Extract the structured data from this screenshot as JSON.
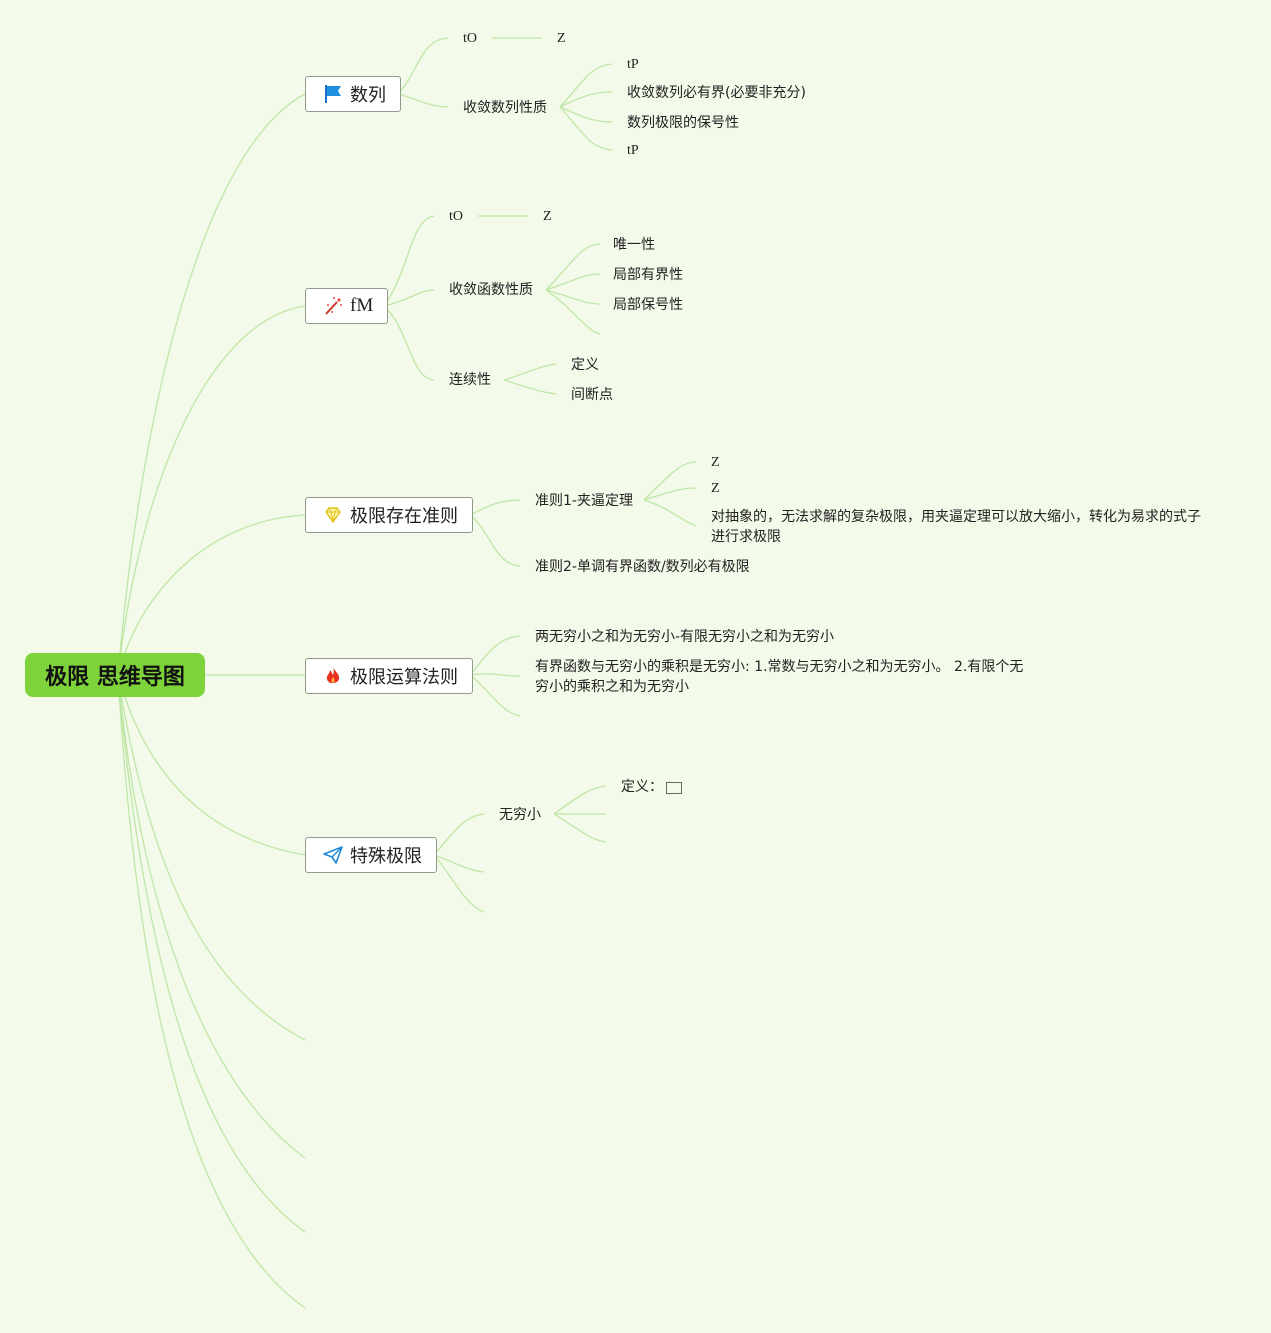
{
  "root": {
    "label": "极限 思维导图"
  },
  "branches": [
    {
      "label": "数列",
      "icon": "blue-flag-icon",
      "children": [
        {
          "label": "tO",
          "value": "Z"
        },
        {
          "label": "收敛数列性质",
          "children": [
            "tP",
            "收敛数列必有界(必要非充分)",
            "数列极限的保号性",
            "tP"
          ]
        }
      ]
    },
    {
      "label": "fM",
      "icon": "magic-wand-icon",
      "children": [
        {
          "label": "tO",
          "value": "Z"
        },
        {
          "label": "收敛函数性质",
          "children": [
            "唯一性",
            "局部有界性",
            "局部保号性",
            ""
          ]
        },
        {
          "label": "连续性",
          "children": [
            "定义",
            "间断点"
          ]
        }
      ]
    },
    {
      "label": "极限存在准则",
      "icon": "diamond-icon",
      "children": [
        {
          "label": "准则1-夹逼定理",
          "children": [
            "Z",
            "Z",
            "对抽象的，无法求解的复杂极限，用夹逼定理可以放大缩小，转化为易求的式子进行求极限"
          ]
        },
        {
          "label": "准则2-单调有界函数/数列必有极限"
        }
      ]
    },
    {
      "label": "极限运算法则",
      "icon": "fire-icon",
      "children": [
        {
          "label": "两无穷小之和为无穷小-有限无穷小之和为无穷小"
        },
        {
          "label": "有界函数与无穷小的乘积是无穷小: 1.常数与无穷小之和为无穷小。 2.有限个无穷小的乘积之和为无穷小"
        }
      ]
    },
    {
      "label": "特殊极限",
      "icon": "paper-plane-icon",
      "children": [
        {
          "label": "无穷小",
          "children": [
            "定义：",
            "",
            ""
          ]
        }
      ]
    }
  ],
  "colors": {
    "root_fill": "#7ed33a",
    "link_stroke": "#bfe6a6",
    "background": "#f3faea"
  }
}
